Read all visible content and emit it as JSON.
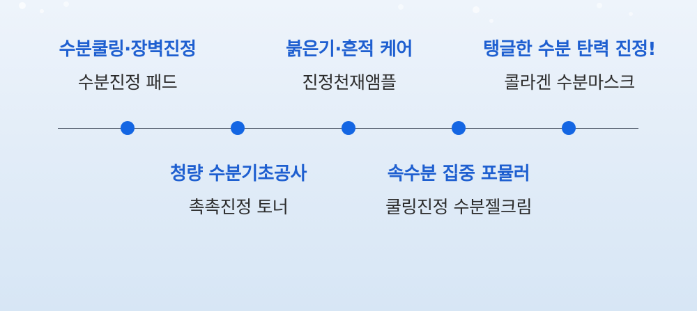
{
  "items": [
    {
      "headline": "수분쿨링·장벽진정",
      "product": "수분진정 패드"
    },
    {
      "headline": "붉은기·흔적 케어",
      "product": "진정천재앰플"
    },
    {
      "headline": "탱글한 수분 탄력 진정!",
      "product": "콜라겐 수분마스크"
    },
    {
      "headline": "청량 수분기초공사",
      "product": "촉촉진정 토너"
    },
    {
      "headline": "속수분 집중 포뮬러",
      "product": "쿨링진정 수분젤크림"
    }
  ],
  "colors": {
    "accent": "#1e5fd0",
    "dot": "#1466e3",
    "text": "#2b2b2b",
    "line": "#4a5566"
  }
}
